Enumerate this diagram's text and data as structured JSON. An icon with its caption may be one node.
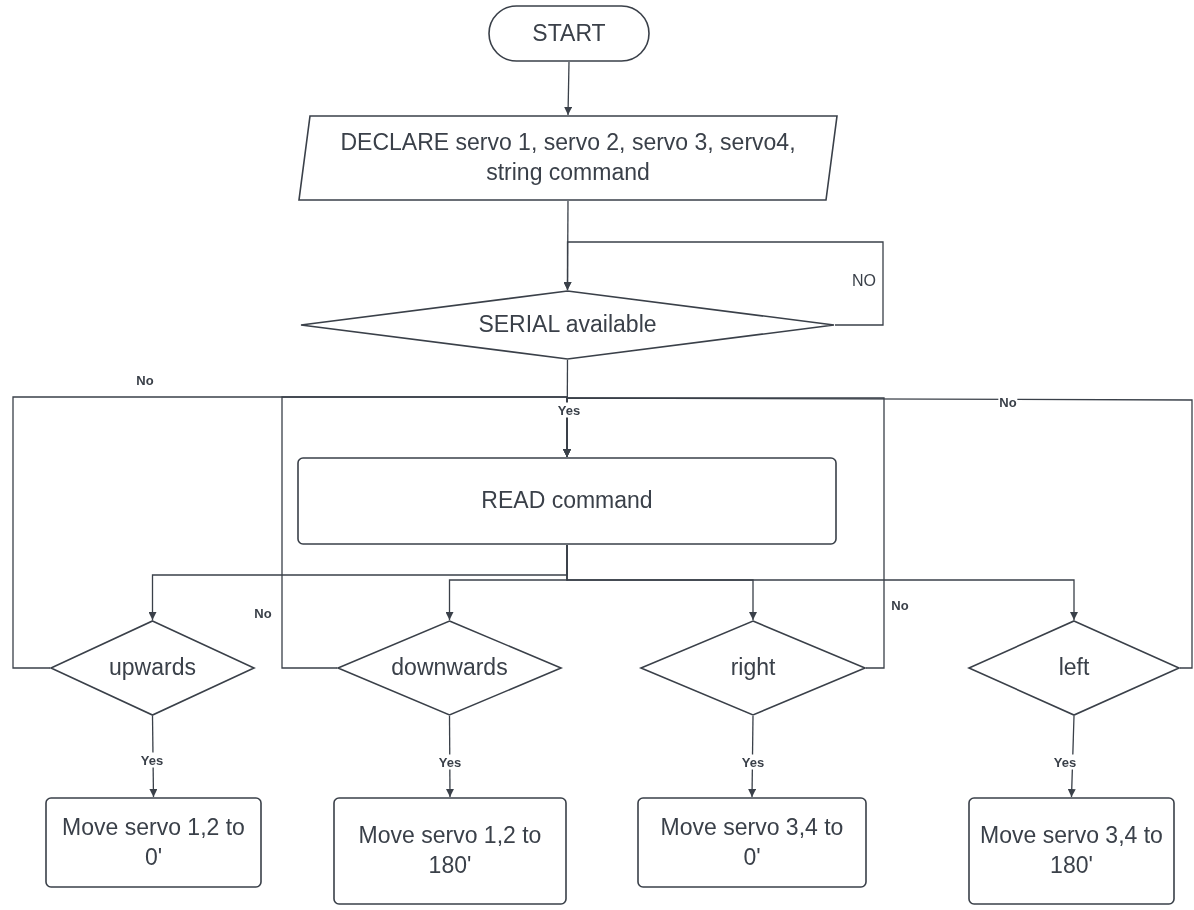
{
  "diagram": {
    "nodes": [
      {
        "text": [
          "START"
        ]
      },
      {
        "text": [
          "DECLARE servo 1, servo 2, servo 3, servo4,  string command"
        ]
      },
      {
        "text": [
          "SERIAL available"
        ]
      },
      {
        "text": [
          "READ command"
        ]
      },
      {
        "text": [
          "upwards"
        ]
      },
      {
        "text": [
          "downwards"
        ]
      },
      {
        "text": [
          "right"
        ]
      },
      {
        "text": [
          "left"
        ]
      },
      {
        "text": [
          "Move servo 1,2 to 0'"
        ]
      },
      {
        "text": [
          "Move servo 1,2 to 180'"
        ]
      },
      {
        "text": [
          "Move servo 3,4 to 0'"
        ]
      },
      {
        "text": [
          "Move servo 3,4 to 180'"
        ]
      }
    ],
    "edges": [
      {
        "from": 0,
        "to": 1,
        "arrow": "to"
      },
      {
        "from": 1,
        "to": 2,
        "arrow": "to"
      },
      {
        "from": 2,
        "to": 2,
        "arrow": "to",
        "label": "NO"
      },
      {
        "from": 2,
        "to": 3,
        "arrow": "to",
        "label": "Yes"
      },
      {
        "from": 3,
        "to": 4,
        "arrow": "to"
      },
      {
        "from": 3,
        "to": 5,
        "arrow": "to"
      },
      {
        "from": 3,
        "to": 6,
        "arrow": "to"
      },
      {
        "from": 3,
        "to": 7,
        "arrow": "to"
      },
      {
        "from": 4,
        "to": 3,
        "arrow": "to",
        "label": "No"
      },
      {
        "from": 5,
        "to": 3,
        "arrow": "to",
        "label": "No"
      },
      {
        "from": 6,
        "to": 3,
        "arrow": "to",
        "label": "No"
      },
      {
        "from": 7,
        "to": 3,
        "arrow": "to",
        "label": "No"
      },
      {
        "from": 4,
        "to": 8,
        "arrow": "to",
        "label": "Yes"
      },
      {
        "from": 5,
        "to": 9,
        "arrow": "to",
        "label": "Yes"
      },
      {
        "from": 6,
        "to": 10,
        "arrow": "to",
        "label": "Yes"
      },
      {
        "from": 7,
        "to": 11,
        "arrow": "to",
        "label": "Yes"
      }
    ]
  }
}
